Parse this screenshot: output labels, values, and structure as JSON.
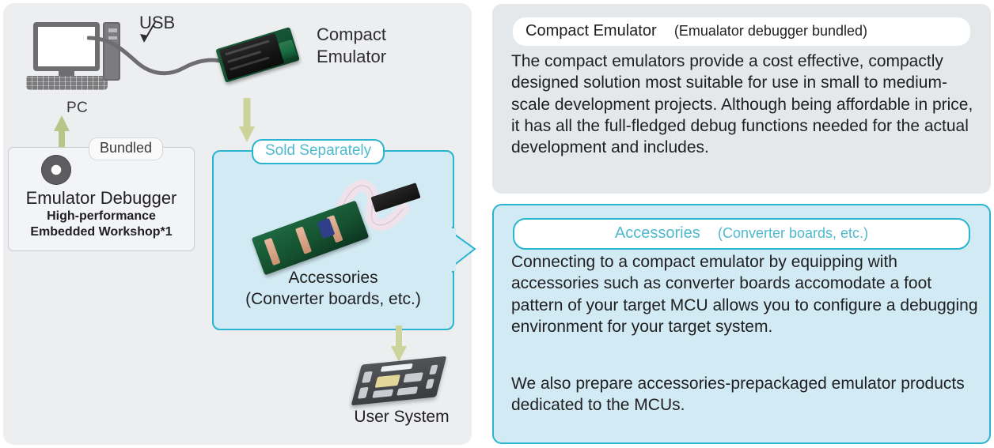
{
  "diagram": {
    "pc": {
      "label": "PC",
      "icon": "desktop-computer-icon"
    },
    "usb": {
      "label": "USB"
    },
    "compact_emulator": {
      "label_line1": "Compact",
      "label_line2": "Emulator",
      "icon": "emulator-board-icon"
    },
    "bundled_badge": "Bundled",
    "emulator_debugger": {
      "icon": "cd-disc-icon",
      "title": "Emulator Debugger",
      "sub_line1": "High-performance",
      "sub_line2": "Embedded Workshop*1"
    },
    "sold_separately_badge": "Sold Separately",
    "accessories": {
      "icon": "converter-board-icon",
      "caption_line1": "Accessories",
      "caption_line2": "(Converter boards, etc.)"
    },
    "user_system": {
      "label": "User System",
      "icon": "target-board-icon"
    }
  },
  "panels": {
    "compact_emulator": {
      "header_title": "Compact Emulator",
      "header_sub": "(Emualator debugger bundled)",
      "body": "The compact emulators provide a cost effective, compactly designed solution most suitable for use in small to medium-scale development projects. Although being affordable in price, it has all the full-fledged debug functions needed for the actual development and includes."
    },
    "accessories": {
      "header_title": "Accessories",
      "header_sub": "(Converter boards, etc.)",
      "body_p1": "Connecting to a compact emulator by equipping with accessories such as converter boards accomodate a foot pattern of your target MCU allows you to configure a debugging environment for your target system.",
      "body_p2": "We also prepare accessories-prepackaged emulator products dedicated to the MCUs."
    }
  },
  "colors": {
    "panel_gray": "#e4e8ea",
    "panel_blue": "#d2eaf3",
    "accent_cyan": "#2ab4cf",
    "badge_cyan_text": "#4fb9cf",
    "arrow_khaki": "#ccd49b",
    "diagram_bg": "#eceef0"
  }
}
